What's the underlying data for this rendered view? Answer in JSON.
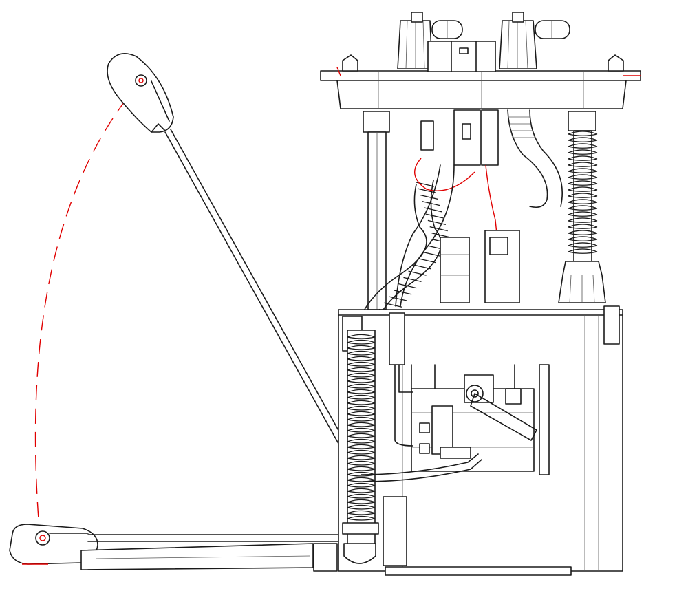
{
  "diagram": {
    "kind": "fuel-pump-module-line-drawing",
    "colors": {
      "line": "#1a1a1a",
      "highlight": "#e00000",
      "background": "#ffffff"
    },
    "float_arm_positions": [
      "upper",
      "lower"
    ],
    "float_travel_arc": "dashed"
  }
}
